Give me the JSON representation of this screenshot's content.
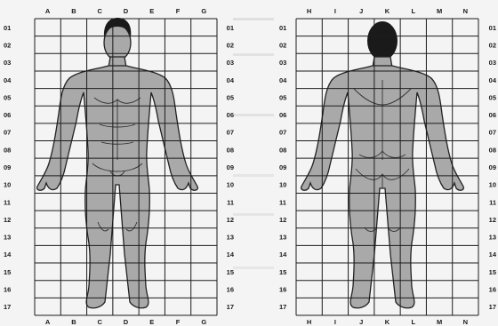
{
  "front_grid": {
    "columns": [
      "A",
      "B",
      "C",
      "D",
      "E",
      "F",
      "G"
    ],
    "rows": [
      "01",
      "02",
      "03",
      "04",
      "05",
      "06",
      "07",
      "08",
      "09",
      "10",
      "11",
      "12",
      "13",
      "14",
      "15",
      "16",
      "17"
    ]
  },
  "back_grid": {
    "columns": [
      "H",
      "I",
      "J",
      "K",
      "L",
      "M",
      "N"
    ],
    "rows": [
      "01",
      "02",
      "03",
      "04",
      "05",
      "06",
      "07",
      "08",
      "09",
      "10",
      "11",
      "12",
      "13",
      "14",
      "15",
      "16",
      "17"
    ]
  },
  "figures": [
    {
      "view": "front",
      "color": "#a9a9a9"
    },
    {
      "view": "back",
      "color": "#a9a9a9"
    }
  ]
}
